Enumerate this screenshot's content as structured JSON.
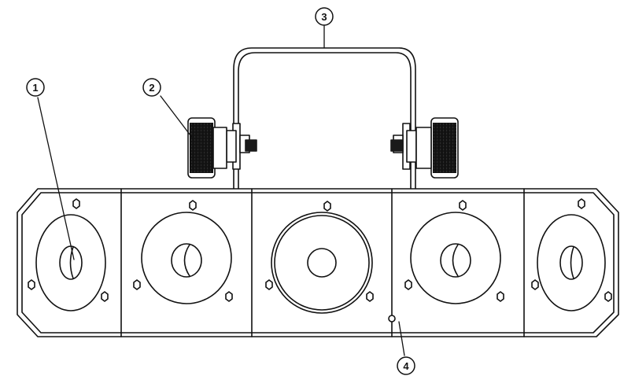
{
  "callouts": [
    {
      "id": "callout-1",
      "label": "1"
    },
    {
      "id": "callout-2",
      "label": "2"
    },
    {
      "id": "callout-3",
      "label": "3"
    },
    {
      "id": "callout-4",
      "label": "4"
    }
  ],
  "colors": {
    "line": "#111111",
    "background": "#ffffff",
    "knob_dark": "#1a1a1a",
    "knob_light": "#ffffff"
  }
}
